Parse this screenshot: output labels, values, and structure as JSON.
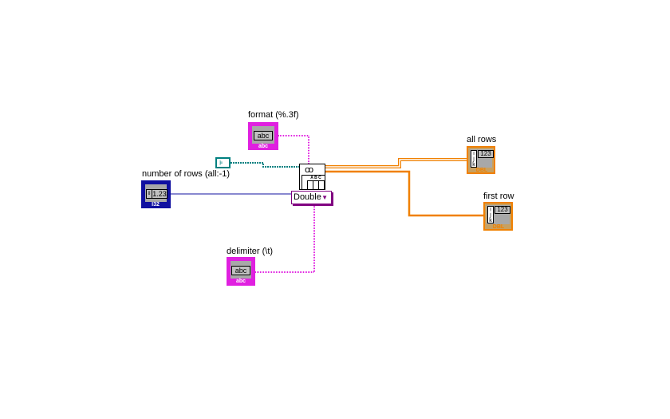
{
  "terminals": {
    "format": {
      "label": "format (%.3f)",
      "display": "abc",
      "type": "abc"
    },
    "number_of_rows": {
      "label": "number of rows (all:-1)",
      "display": "1.23",
      "type": "I32"
    },
    "delimiter": {
      "label": "delimiter (\\t)",
      "display": "abc",
      "type": "abc"
    },
    "all_rows": {
      "label": "all rows",
      "display": "123",
      "type": "DBL",
      "indices": [
        "i",
        "j",
        "k"
      ]
    },
    "first_row": {
      "label": "first row",
      "display": "123",
      "type": "DBL",
      "indices": [
        "i",
        "j",
        "k"
      ]
    }
  },
  "function": {
    "selector": "Double",
    "header": "A B C"
  },
  "colors": {
    "string": "#e020e0",
    "integer": "#1010a0",
    "double": "#f08000",
    "path": "#008080"
  }
}
